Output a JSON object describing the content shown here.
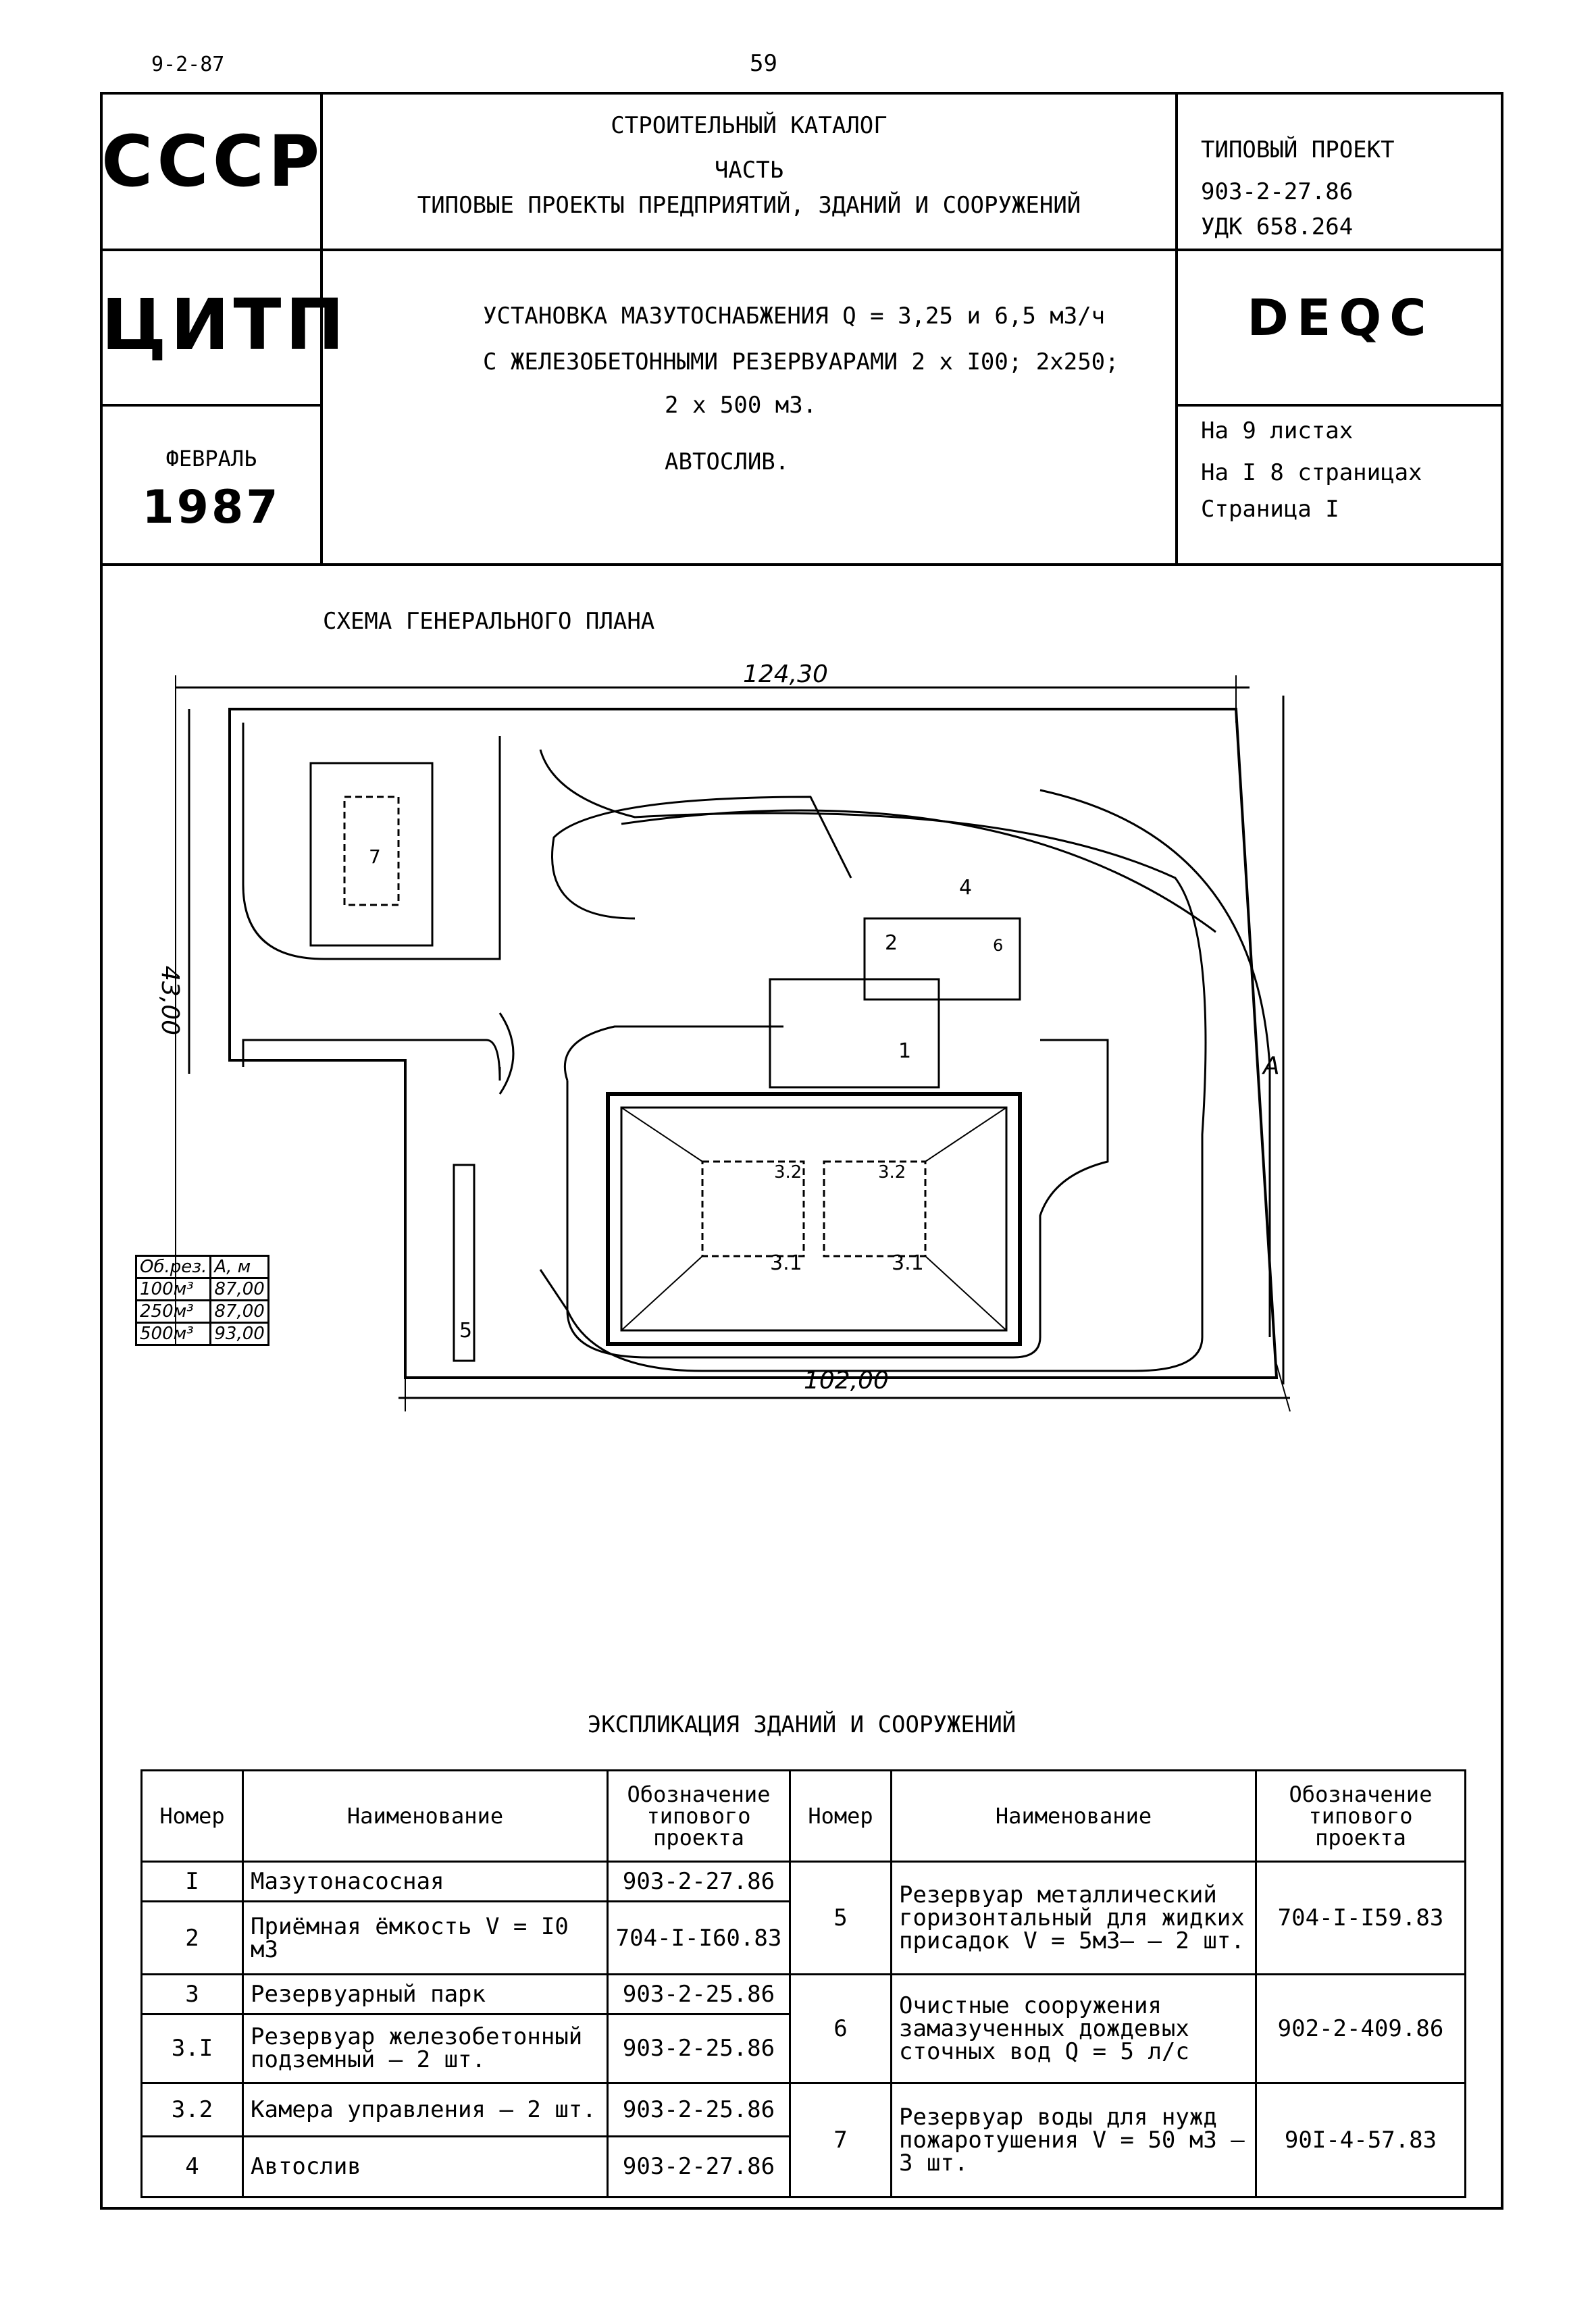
{
  "page": {
    "series_code": "9-2-87",
    "page_number": "59"
  },
  "header": {
    "country": "СССР",
    "org": "ЦИТП",
    "month": "ФЕВРАЛЬ",
    "year": "1987",
    "catalog_line1": "СТРОИТЕЛЬНЫЙ КАТАЛОГ",
    "catalog_line2": "ЧАСТЬ",
    "catalog_line3": "ТИПОВЫЕ ПРОЕКТЫ ПРЕДПРИЯТИЙ, ЗДАНИЙ И СООРУЖЕНИЙ",
    "project_label": "ТИПОВЫЙ ПРОЕКТ",
    "project_number": "903-2-27.86",
    "udk": "УДК 658.264",
    "code": "DEQC",
    "title_line1": "УСТАНОВКА МАЗУТОСНАБЖЕНИЯ Q = 3,25 и 6,5 м3/ч",
    "title_line2": "С ЖЕЛЕЗОБЕТОННЫМИ РЕЗЕРВУАРАМИ 2 х I00; 2х250;",
    "title_line3": "2 х 500 м3.",
    "title_line4": "АВТОСЛИВ.",
    "sheets": "На   9  листах",
    "pages": "На  I 8  страницах",
    "page": "Страница   I"
  },
  "plan": {
    "title": "СХЕМА ГЕНЕРАЛЬНОГО ПЛАНА",
    "dim_top": "124,30",
    "dim_left": "43,00",
    "dim_bottom": "102,00",
    "dim_right": "А",
    "labels": [
      "1",
      "2",
      "3.1",
      "3.1",
      "3.2",
      "3.2",
      "4",
      "5",
      "6",
      "7"
    ],
    "legend": {
      "header": [
        "Об.рез.",
        "А, м"
      ],
      "rows": [
        [
          "100м³",
          "87,00"
        ],
        [
          "250м³",
          "87,00"
        ],
        [
          "500м³",
          "93,00"
        ]
      ]
    }
  },
  "explication": {
    "title": "ЭКСПЛИКАЦИЯ ЗДАНИЙ И СООРУЖЕНИЙ",
    "headers": [
      "Номер",
      "Наименование",
      "Обозначение типового проекта",
      "Номер",
      "Наименование",
      "Обозначение типового проекта"
    ],
    "left": [
      {
        "num": "I",
        "name": "Мазутонасосная",
        "code": "903-2-27.86"
      },
      {
        "num": "2",
        "name": "Приёмная ёмкость V = I0 м3",
        "code": "704-I-I60.83"
      },
      {
        "num": "3",
        "name": "Резервуарный парк",
        "code": "903-2-25.86"
      },
      {
        "num": "3.I",
        "name": "Резервуар железобетонный подземный – 2 шт.",
        "code": "903-2-25.86"
      },
      {
        "num": "3.2",
        "name": "Камера управления – 2 шт.",
        "code": "903-2-25.86"
      },
      {
        "num": "4",
        "name": "Автослив",
        "code": "903-2-27.86"
      }
    ],
    "right": [
      {
        "num": "5",
        "name": "Резервуар металлический горизонтальный для жидких присадок V = 5м3– – 2 шт.",
        "code": "704-I-I59.83"
      },
      {
        "num": "6",
        "name": "Очистные сооружения замазученных дождевых сточных вод  Q = 5 л/с",
        "code": "902-2-409.86"
      },
      {
        "num": "7",
        "name": "Резервуар воды для нужд пожаротушения V = 50 м3 – 3 шт.",
        "code": "90I-4-57.83"
      }
    ]
  }
}
